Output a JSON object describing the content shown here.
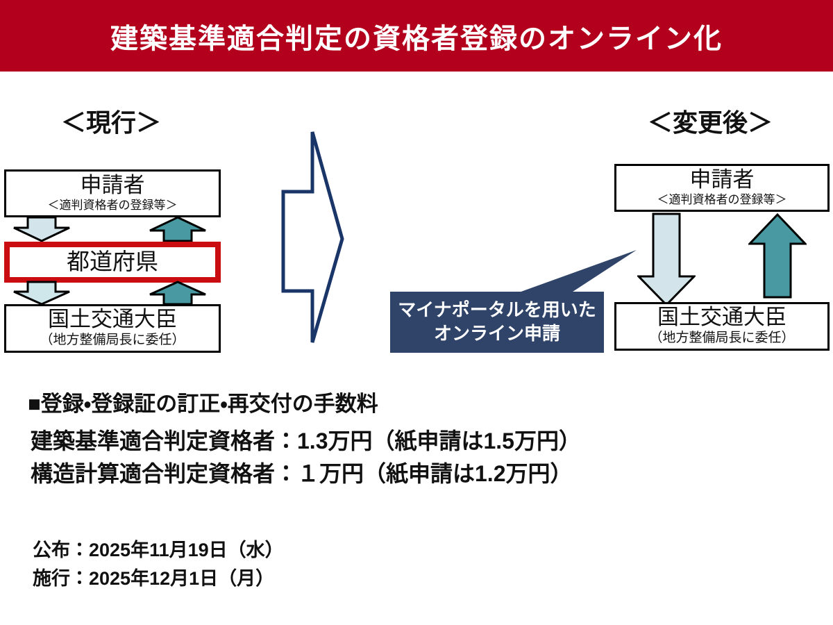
{
  "colors": {
    "banner_red": "#b2001d",
    "highlight_red": "#c90d10",
    "teal": "#4899a1",
    "light_blue": "#d3e4ea",
    "light_blue_2": "#cfe6eb",
    "navy": "#1a3568",
    "callout_navy": "#2f4468"
  },
  "banner": {
    "title": "建築基準適合判定の資格者登録のオンライン化"
  },
  "current": {
    "heading": "＜現行＞",
    "applicant": {
      "title": "申請者",
      "subtitle": "＜適判資格者の登録等＞"
    },
    "prefecture": {
      "title": "都道府県"
    },
    "minister": {
      "title": "国土交通大臣",
      "subtitle": "（地方整備局長に委任）"
    }
  },
  "after": {
    "heading": "＜変更後＞",
    "applicant": {
      "title": "申請者",
      "subtitle": "＜適判資格者の登録等＞"
    },
    "minister": {
      "title": "国土交通大臣",
      "subtitle": "（地方整備局長に委任）"
    },
    "callout": {
      "line1": "マイナポータルを用いた",
      "line2": "オンライン申請"
    }
  },
  "fees": {
    "heading": "■登録・登録証の訂正・再交付の手数料",
    "lines": [
      "建築基準適合判定資格者：1.3万円（紙申請は1.5万円）",
      "構造計算適合判定資格者：１万円（紙申請は1.2万円）"
    ]
  },
  "dates": {
    "lines": [
      "公布：2025年11月19日（水）",
      "施行：2025年12月1日（月）"
    ]
  }
}
